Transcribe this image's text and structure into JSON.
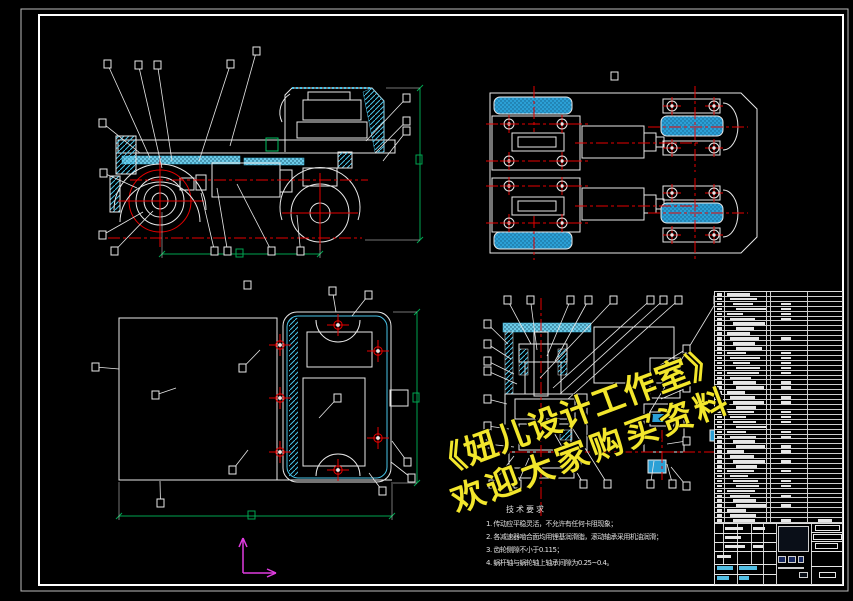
{
  "page": {
    "background": "#000000"
  },
  "watermark": {
    "line1": "《妞儿设计工作室》",
    "line2": "欢迎大家购买资料",
    "color": "#f2e62c",
    "rotation_deg": -20.5
  },
  "tech_requirements": {
    "title": "技术要求",
    "items": [
      "1. 传动应平稳灵活，不允许有任何卡阻现象；",
      "2. 各减速器啮合面均用锂基润滑脂，滚动轴承采用机油润滑；",
      "3. 齿轮侧隙不小于0.115；",
      "4. 蜗杆轴与蜗轮轴上轴承间隙为0.25~0.4。"
    ]
  },
  "colors": {
    "line": "#e8e8e8",
    "centerline": "#e60000",
    "hatch": "#49c3e8",
    "wheel_fill": "#2ba0d6",
    "dimension": "#00a550",
    "ucs": "#e03ce0",
    "watermark": "#f2e62c"
  },
  "bom_table": {
    "rows": 47,
    "row_text_widths": [
      26,
      30,
      22,
      34,
      18,
      28,
      36,
      20,
      26,
      32,
      24,
      29,
      21,
      33,
      19,
      27,
      35,
      23,
      25,
      31,
      20,
      28,
      34,
      22,
      30,
      18,
      26,
      33,
      21,
      29,
      24,
      32,
      19,
      27,
      35,
      23,
      30,
      20,
      28,
      25,
      31,
      22,
      26,
      34,
      21,
      29,
      24
    ],
    "mid_col_marks": [
      0,
      0,
      1,
      1,
      1,
      1,
      0,
      0,
      0,
      1,
      0,
      0,
      1,
      1,
      1,
      1,
      1,
      0,
      1,
      1,
      0,
      1,
      1,
      0,
      1,
      1,
      1,
      0,
      1,
      1,
      0,
      1,
      1,
      0,
      1,
      0,
      1,
      0,
      1,
      1,
      0,
      1,
      0,
      1,
      0,
      0,
      1
    ]
  }
}
